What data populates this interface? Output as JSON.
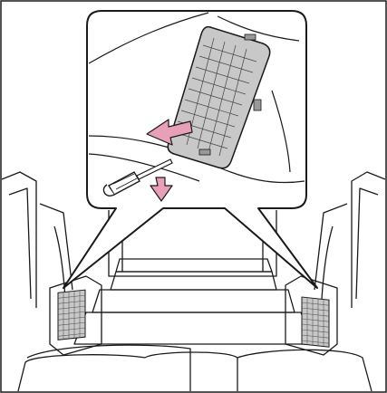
{
  "figure": {
    "description_visible_text": "",
    "callout": {
      "icon": "magnifier-callout",
      "shows": [
        "ventilation-grille-cover",
        "flathead-screwdriver",
        "pry-arrow",
        "remove-arrow"
      ]
    },
    "scene": {
      "icon": "vehicle-cargo-area-rear-view",
      "shows": [
        "left-grille",
        "right-grille",
        "cargo-floor",
        "rear-seats"
      ]
    },
    "colors": {
      "line": "#1a1a1a",
      "arrow_fill": "#e8a0b8",
      "grille_fill": "#c8c8c8",
      "background": "#ffffff"
    }
  }
}
